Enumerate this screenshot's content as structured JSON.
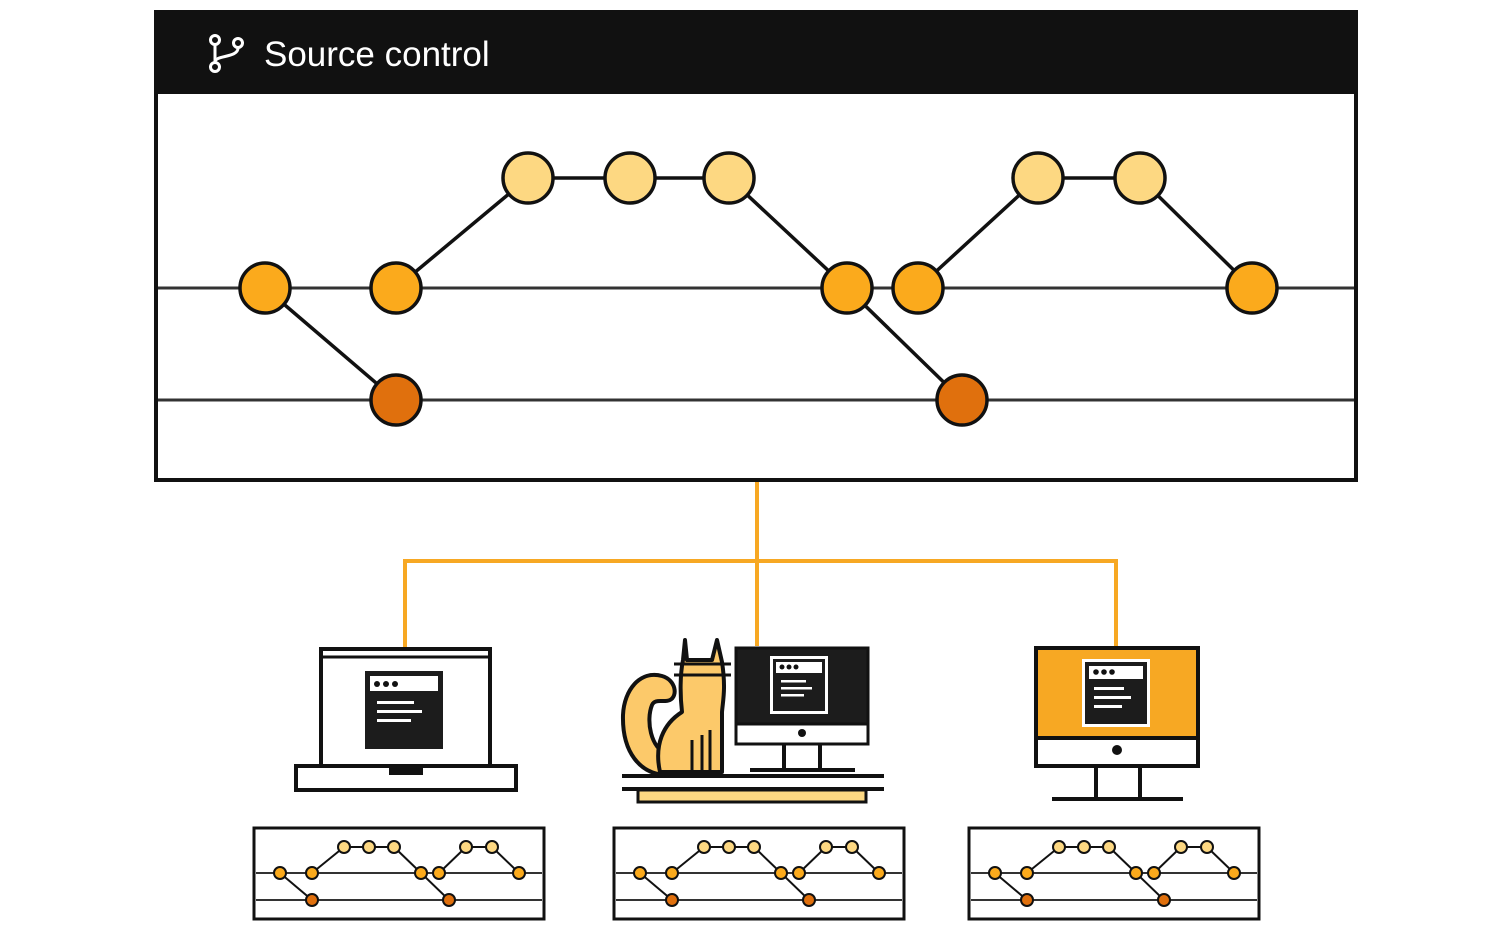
{
  "header": {
    "title": "Source control",
    "icon": "branch-icon"
  },
  "colors": {
    "frame": "#1a1a1a",
    "connector": "#f7a823",
    "commit_light": "#fdd882",
    "commit_mid": "#fbaa1c",
    "commit_dark": "#e0700d",
    "machine_accent": "#f7a823",
    "cat": "#fcc96a",
    "desk": "#fdd882"
  },
  "devices": [
    {
      "name": "laptop",
      "icon": "laptop-icon"
    },
    {
      "name": "desktop-with-cat",
      "icon": "desktop-icon"
    },
    {
      "name": "orange-desktop",
      "icon": "desktop-icon"
    }
  ],
  "mini_graphs": [
    {
      "name": "laptop-repo-copy"
    },
    {
      "name": "cat-desktop-repo-copy"
    },
    {
      "name": "orange-desktop-repo-copy"
    }
  ]
}
